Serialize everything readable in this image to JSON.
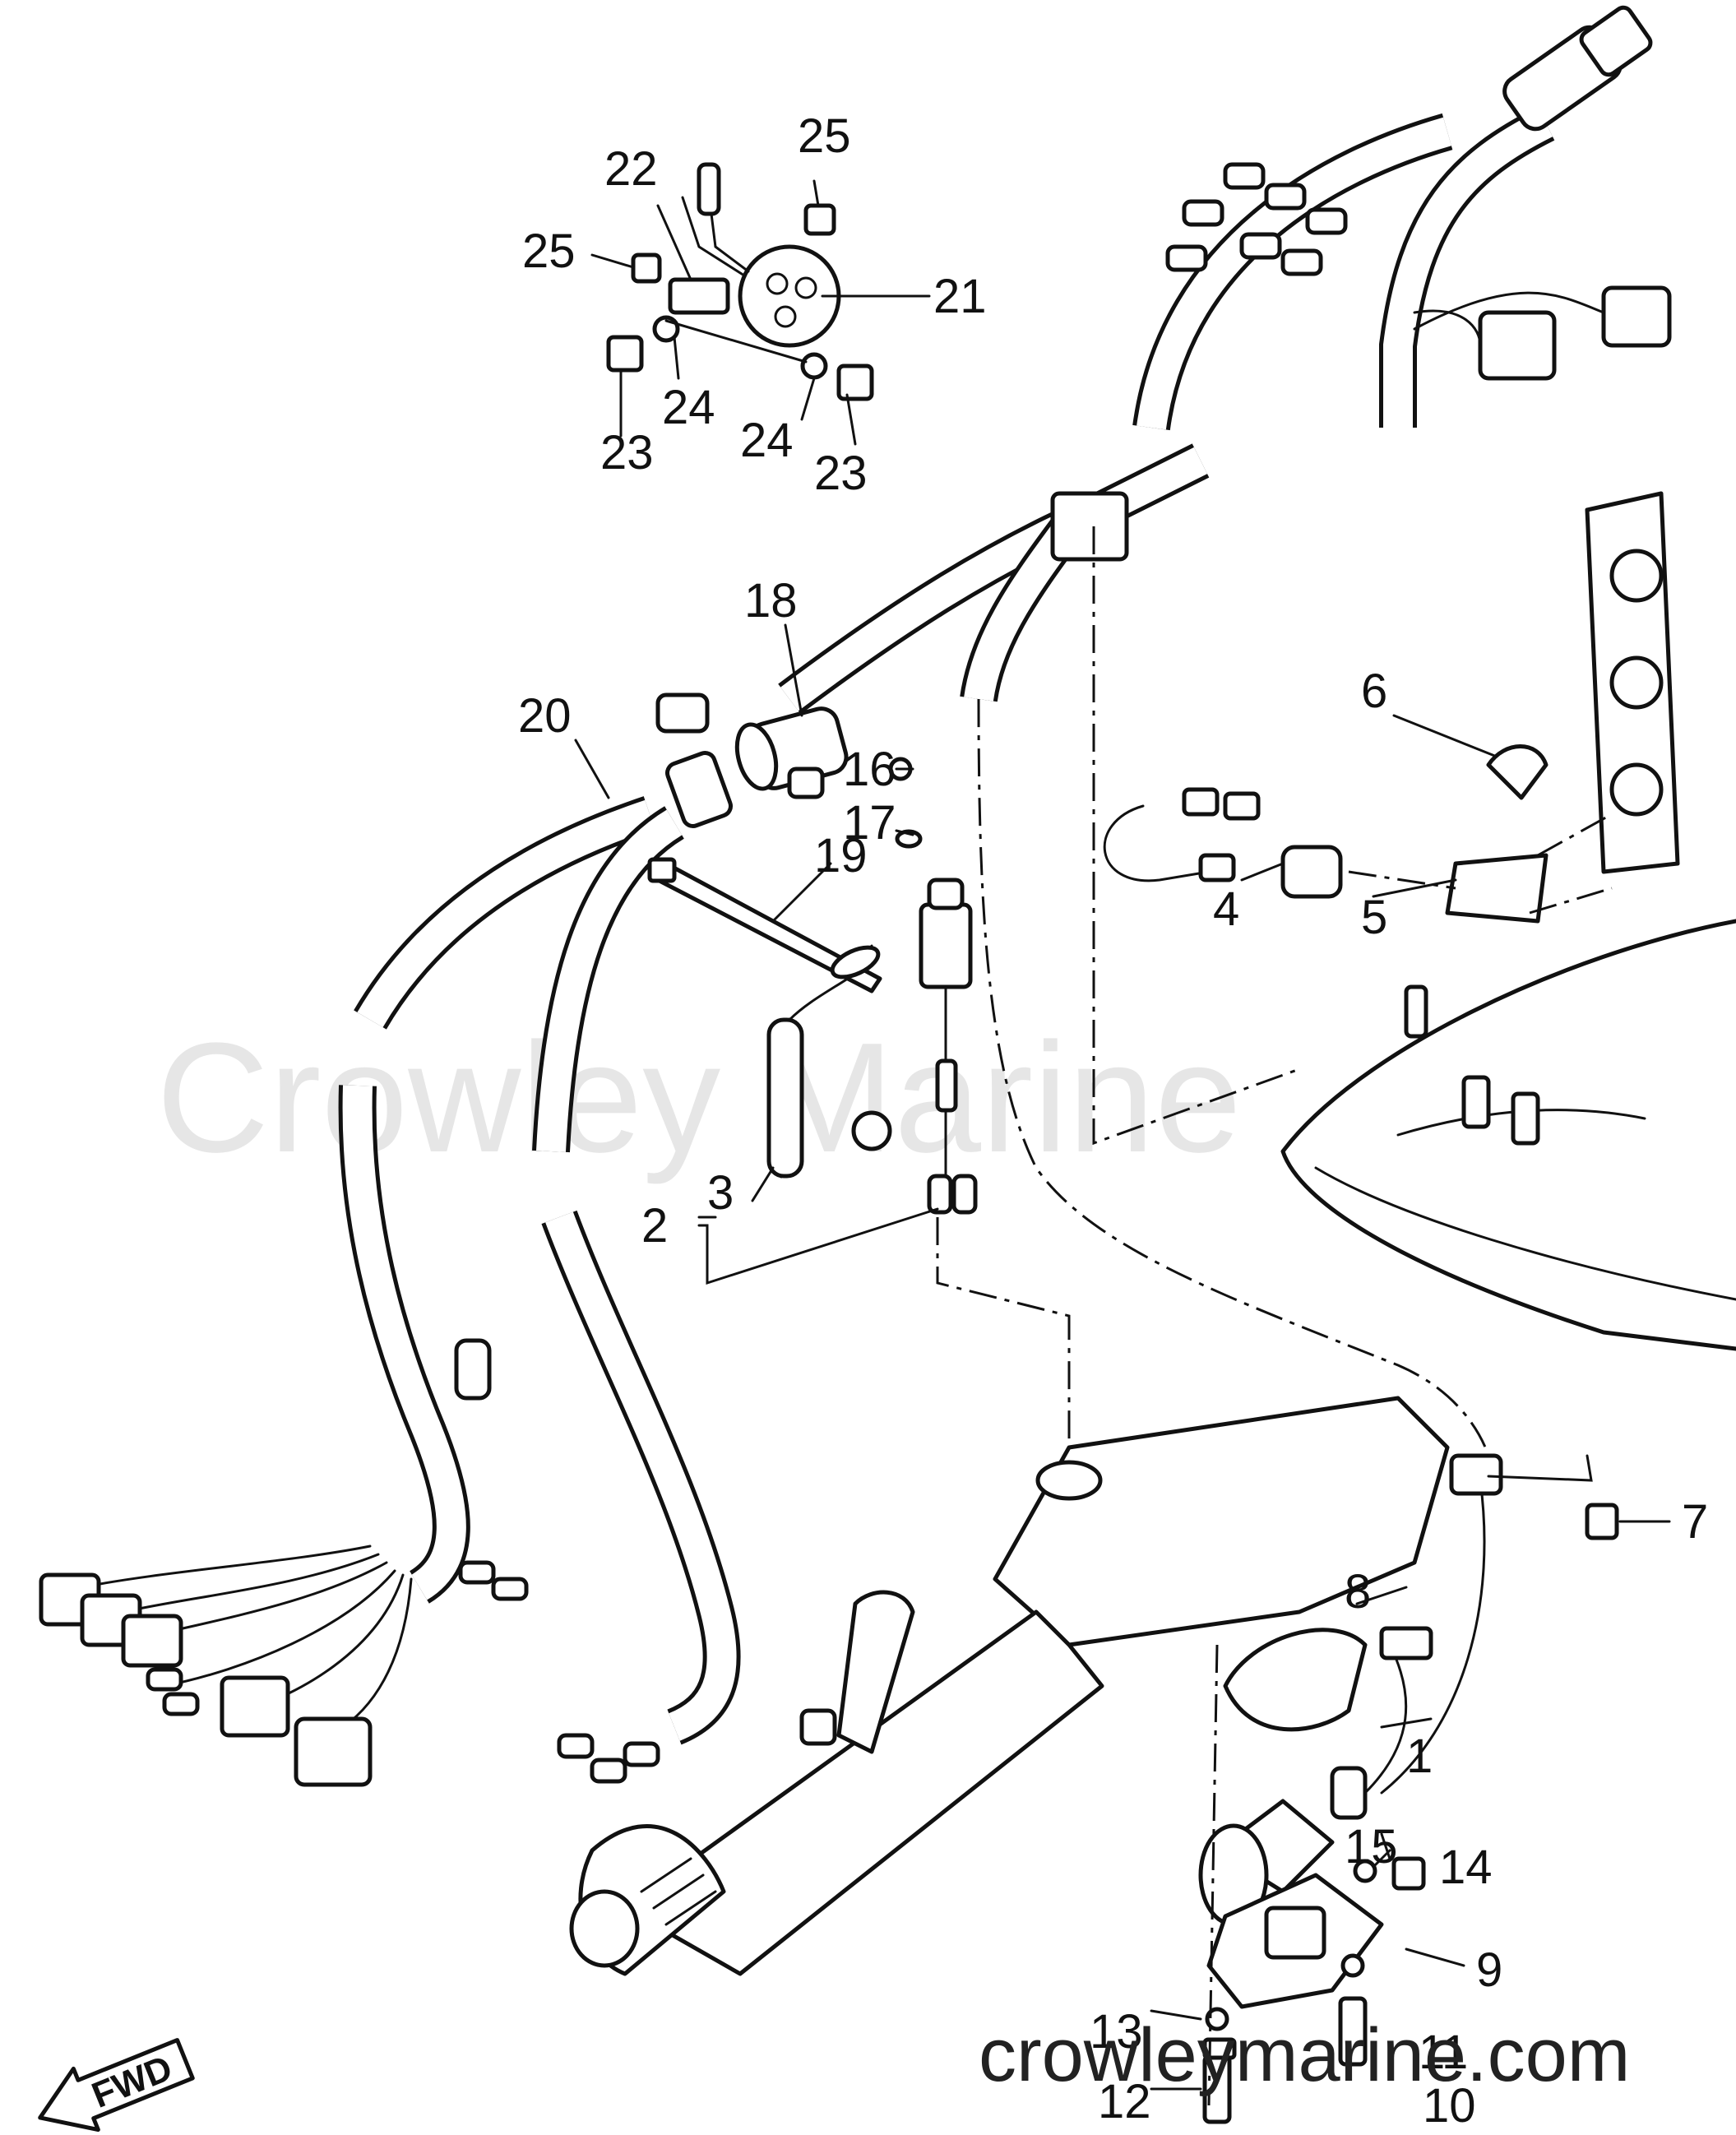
{
  "watermark": "Crowley Marine",
  "site": "crowleymarine.com",
  "fwd_label": "FWD",
  "callouts": [
    "1",
    "2",
    "3",
    "4",
    "5",
    "6",
    "7",
    "8",
    "9",
    "10",
    "11",
    "12",
    "13",
    "14",
    "15",
    "16",
    "17",
    "18",
    "19",
    "20",
    "21",
    "22",
    "23",
    "23",
    "24",
    "24",
    "25",
    "25"
  ]
}
